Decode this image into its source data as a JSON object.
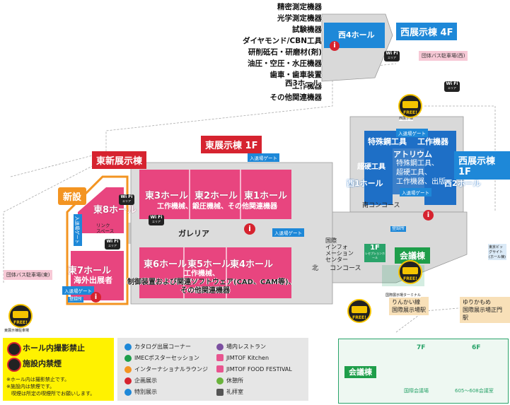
{
  "west4f_categories": [
    "精密測定機器",
    "光学測定機器",
    "試験機器",
    "ダイヤモンド/CBN工具",
    "研削砥石・研磨材(剤)",
    "油圧・空圧・水圧機器",
    "歯車・歯車装置",
    "工作機器",
    "その他関連機器"
  ],
  "labels": {
    "west_bldg_4f": "西展示棟 4F",
    "west_bldg_1f": "西展示棟 1F",
    "east_bldg_1f": "東展示棟 1F",
    "east_new_bldg": "東新展示棟",
    "new": "新設",
    "conference": "会議棟",
    "west4_hall": "西4ホール",
    "west3_hall": "西3ホール",
    "west1_hall": "西1ホール",
    "west2_hall": "西2ホール",
    "tokushu": "特殊鋼工具",
    "kosaku": "工作機器",
    "atrium": "アトリウム",
    "atrium_items": [
      "特殊鋼工具、",
      "超硬工具、",
      "工作機器、出版"
    ],
    "choko": "超硬工具",
    "east1": "東1ホール",
    "east2": "東2ホール",
    "east3": "東3ホール",
    "east123_sub": "工作機械、鍛圧機械、その他関連機器",
    "east4": "東4ホール",
    "east5": "東5ホール",
    "east6": "東6ホール",
    "east456_sub": [
      "工作機械、",
      "制御装置および関連ソフトウェア(CAD、CAM等)、",
      "その他関連機器"
    ],
    "east7": "東7ホール",
    "east7_sub": "海外出展者",
    "east8": "東8ホール",
    "galleria": "ガレリア",
    "concourse_minami": "南コンコース",
    "concourse_higashi": "コンコース",
    "kita": "北",
    "info_center": [
      "国際",
      "インフォ",
      "メーション",
      "センター"
    ],
    "reception_1f": "1F",
    "reception_hall": "レセプションホール",
    "link_space": [
      "リンク",
      "スペース"
    ],
    "bus_west": "団体バス駐車場(西)",
    "bus_east": "団体バス駐車場(東)",
    "rinkai": [
      "りんかい線",
      "国際展示場駅"
    ],
    "yurikamome": [
      "ゆりかもめ",
      "国際展示場正門駅"
    ],
    "tokyo_big_sight_station": [
      "東京ビッグサイト",
      "(ホール棟)"
    ],
    "bus_terminal": "東展示棟駐車場",
    "bus_terminal2": "国際展示場ターミナル",
    "west_parking": "西展示棟",
    "wifi": "Wi Fi",
    "wifi_sub": "エリア",
    "free": "FREE!",
    "gate": "入退場ゲート",
    "registration": "登録所"
  },
  "legend": {
    "no_photo": "ホール内撮影禁止",
    "no_smoking": "施設内禁煙",
    "note1": "※ホール内は撮影禁止です。",
    "note2": "※施設内は禁煙です。",
    "note3": "　喫煙は所定の喫煙所でお願いします。",
    "items": [
      {
        "icon": "catalog-icon",
        "color": "#1e88d8",
        "label": "カタログ出展コーナー"
      },
      {
        "icon": "poster-icon",
        "color": "#1e9e4a",
        "label": "IMECポスターセッション"
      },
      {
        "icon": "lounge-icon",
        "color": "#f39421",
        "label": "インターナショナルラウンジ"
      },
      {
        "icon": "event-icon",
        "color": "#d6232f",
        "label": "企画展示"
      },
      {
        "icon": "special-icon",
        "color": "#1e88d8",
        "label": "特別展示"
      },
      {
        "icon": "restaurant-icon",
        "color": "#7b4fa0",
        "label": "場内レストラン"
      },
      {
        "icon": "kitchen-icon",
        "color": "#e8558f",
        "label": "JIMTOF Kitchen"
      },
      {
        "icon": "foodtruck-icon",
        "color": "#e8558f",
        "label": "JIMTOF FOOD FESTIVAL"
      },
      {
        "icon": "rest-icon",
        "color": "#6ab33c",
        "label": "休憩所"
      },
      {
        "icon": "prayer-icon",
        "color": "#555555",
        "label": "礼拝室"
      }
    ]
  },
  "conference_box": {
    "title": "会議棟",
    "floor7": "7F",
    "floor6": "6F",
    "room7": "国際会議場",
    "room6": "605～608会議室"
  },
  "colors": {
    "hall": "#e8457f",
    "west_hall": "#1e6fc6",
    "corridor": "#cccccc",
    "accent_red": "#d6232f",
    "accent_blue": "#1e88d8",
    "new_orange": "#f39421"
  }
}
